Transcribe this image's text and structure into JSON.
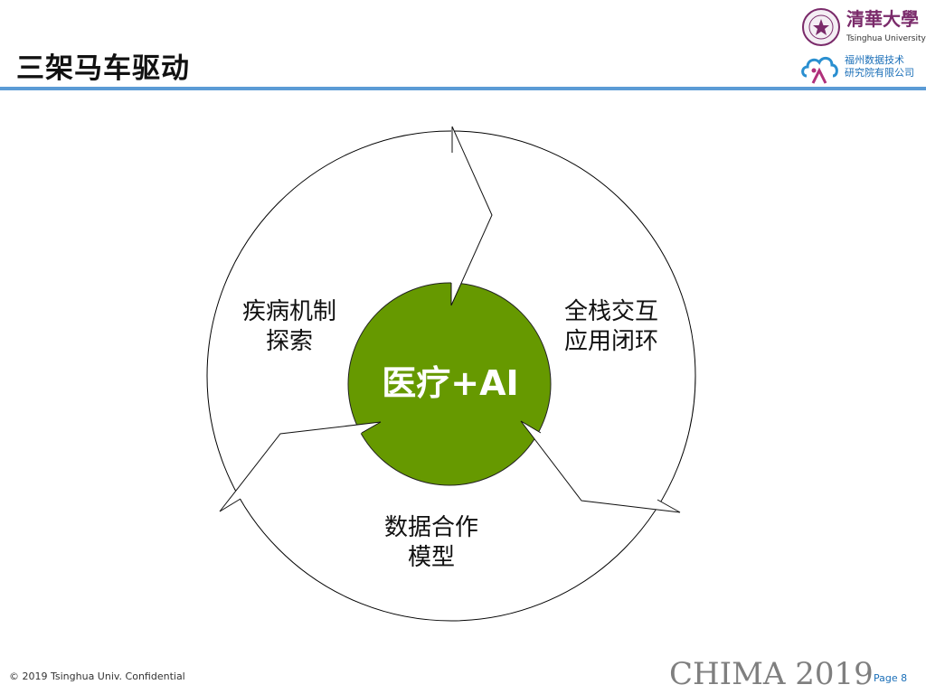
{
  "slide": {
    "title": "三架马车驱动",
    "accent_color": "#5b9bd5",
    "center_color": "#669900"
  },
  "logos": {
    "university_cn": "清華大學",
    "university_en": "Tsinghua University",
    "company_line1": "福州数据技术",
    "company_line2": "研究院有限公司"
  },
  "diagram": {
    "center": "医疗+AI",
    "segments": [
      {
        "line1": "疾病机制",
        "line2": "探索"
      },
      {
        "line1": "全栈交互",
        "line2": "应用闭环"
      },
      {
        "line1": "数据合作",
        "line2": "模型"
      }
    ]
  },
  "footer": {
    "copyright": "© 2019 Tsinghua Univ.  Confidential",
    "event": "CHIMA 2019",
    "page": "Page 8"
  }
}
